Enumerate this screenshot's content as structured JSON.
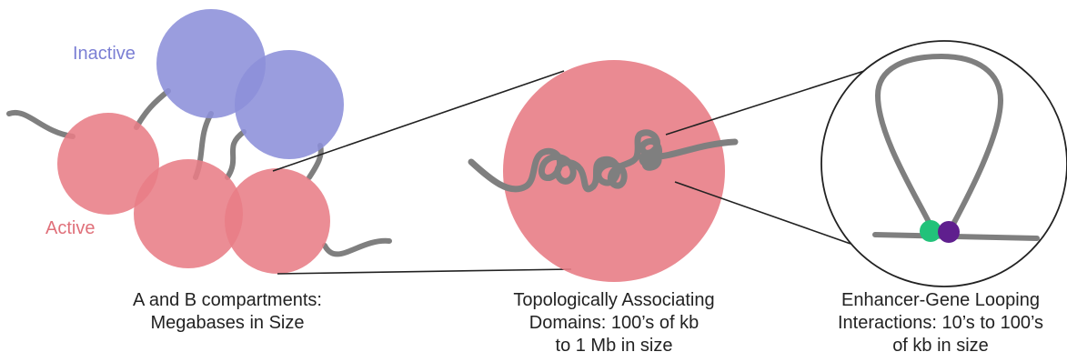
{
  "labels": {
    "inactive": "Inactive",
    "active": "Active"
  },
  "captions": {
    "compartments": {
      "line1": "A and B compartments:",
      "line2": "Megabases in Size"
    },
    "tad": {
      "line1": "Topologically Associating",
      "line2": "Domains: 100’s of kb",
      "line3": "to 1 Mb in size"
    },
    "looping": {
      "line1": "Enhancer-Gene Looping",
      "line2": "Interactions: 10’s to 100’s",
      "line3": "of kb in size"
    }
  },
  "colors": {
    "active": "#e87d86",
    "inactive": "#8c8fd9",
    "chromatin": "#7f7f7f",
    "enhancer": "#22c27a",
    "gene": "#5f1f8e",
    "active_text": "#e0707a",
    "inactive_text": "#7b7fd4"
  }
}
